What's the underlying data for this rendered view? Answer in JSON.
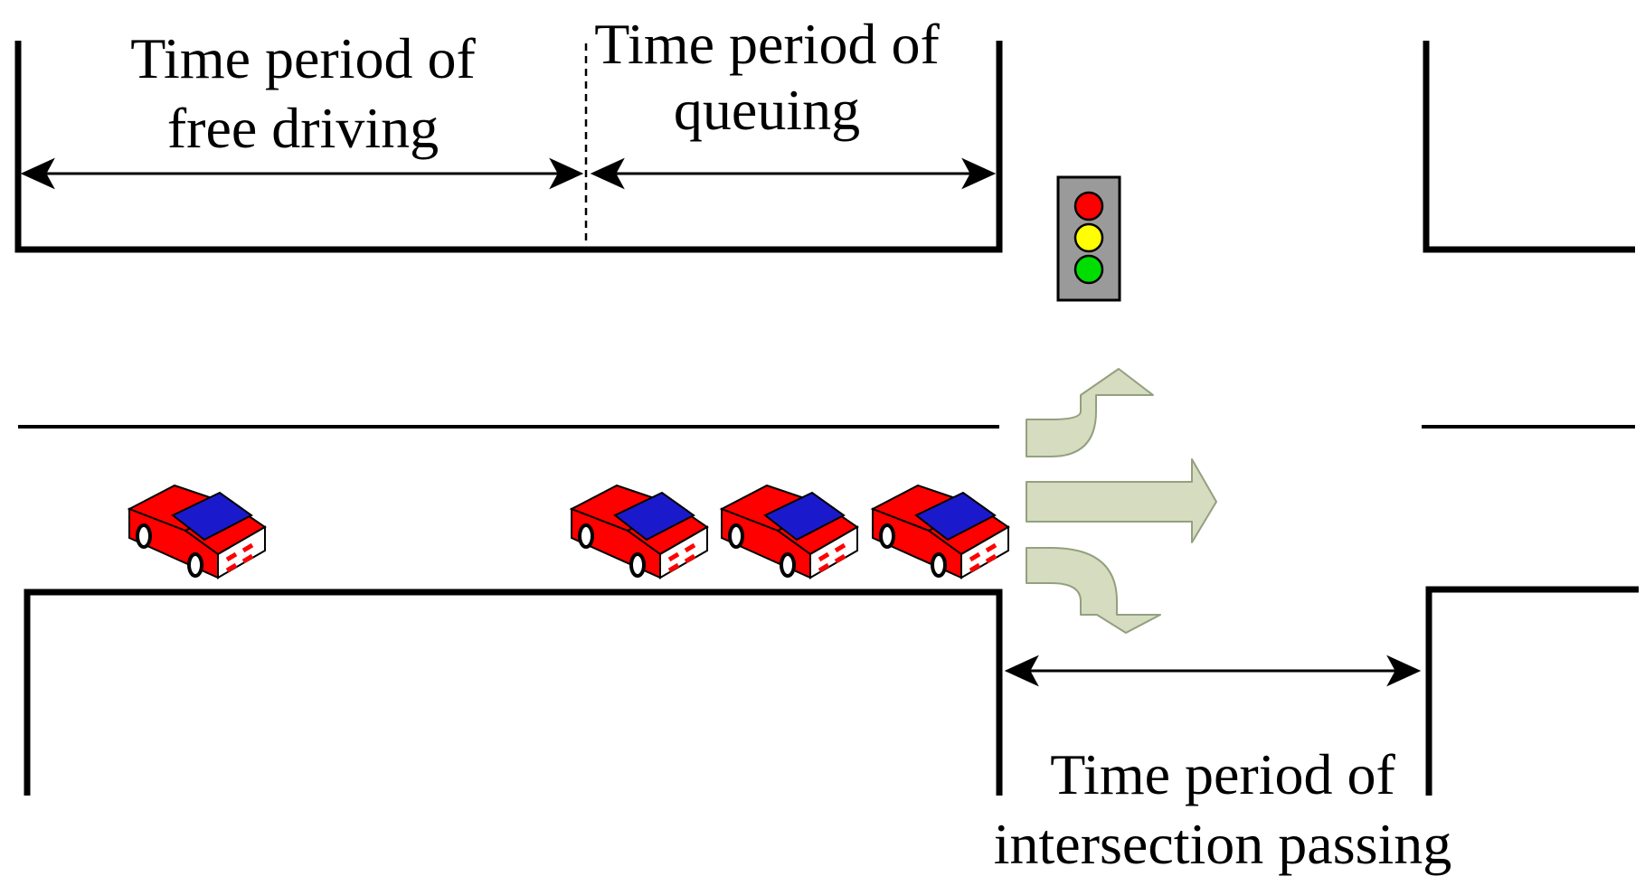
{
  "labels": {
    "free_driving_line1": "Time period of",
    "free_driving_line2": "free driving",
    "queuing_line1": "Time period of",
    "queuing_line2": "queuing",
    "intersection_line1": "Time period of",
    "intersection_line2": "intersection passing"
  },
  "colors": {
    "line": "#000000",
    "car_body": "#ff0000",
    "car_window": "#1a1acc",
    "car_outline": "#000000",
    "arrow_fill": "#d5dcc0",
    "arrow_stroke": "#93a07f",
    "light_housing": "#9a9a9a",
    "light_red": "#ff0000",
    "light_yellow": "#ffff00",
    "light_green": "#00dd00"
  },
  "icons": {
    "traffic_light": "traffic-light-icon",
    "car": "car-icon",
    "turn_left": "turn-left-arrow-icon",
    "straight": "straight-arrow-icon",
    "turn_right": "turn-right-arrow-icon"
  }
}
